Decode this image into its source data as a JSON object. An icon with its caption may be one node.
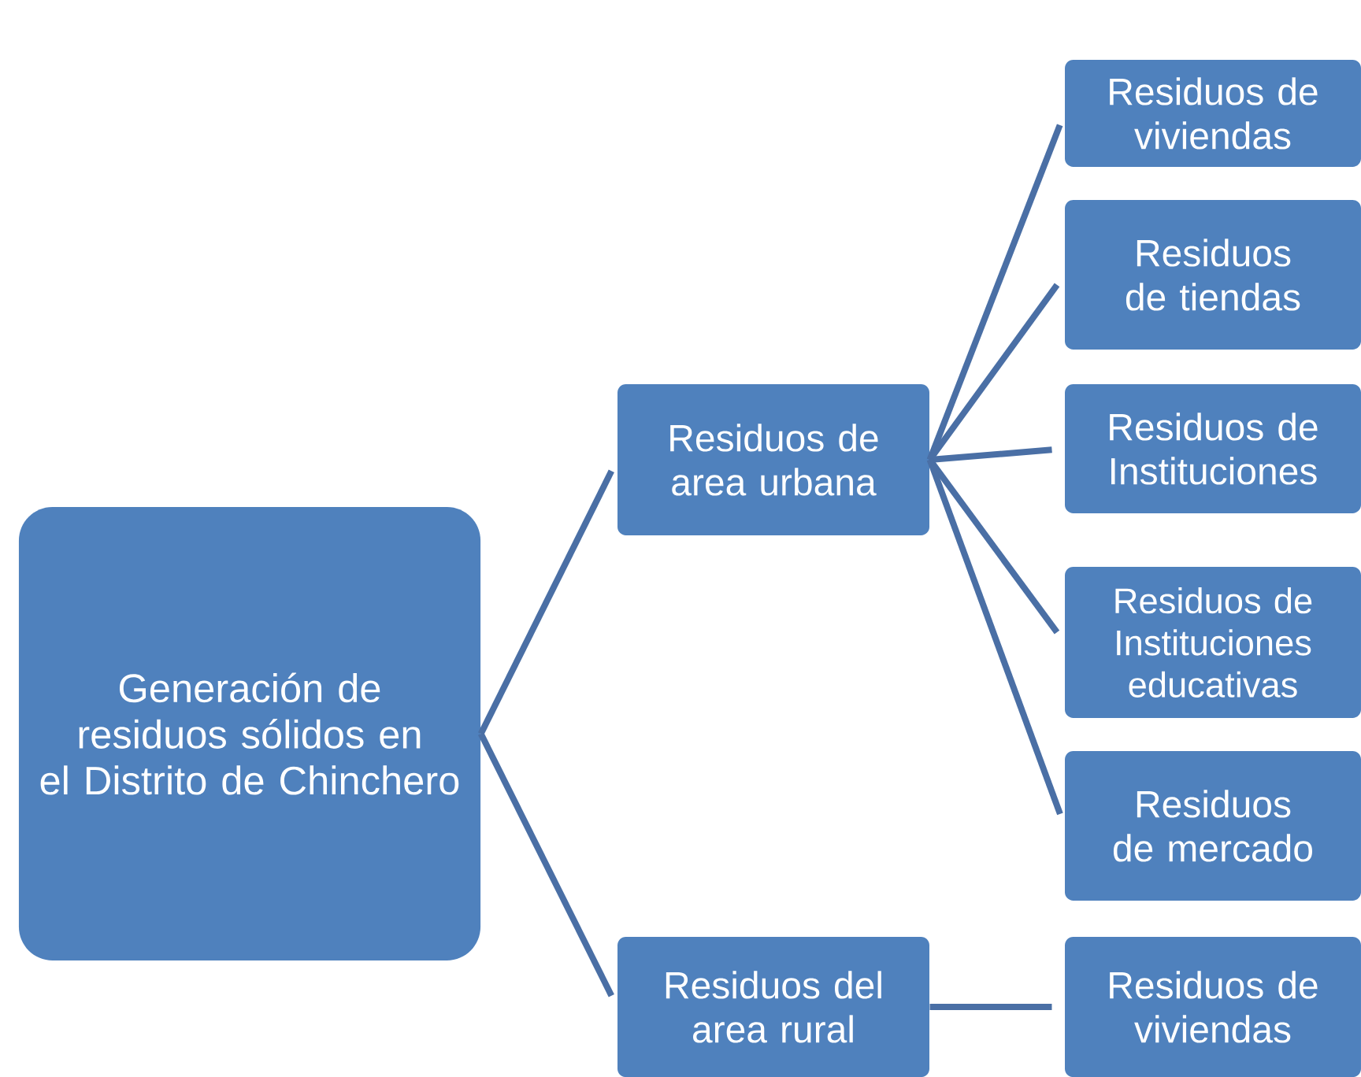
{
  "diagram": {
    "nodes": [
      {
        "text": [
          "Generación de residuos sólidos en el Distrito de Chinchero"
        ]
      },
      {
        "text": [
          "Residuos de area urbana"
        ]
      },
      {
        "text": [
          "Residuos del area rural"
        ]
      },
      {
        "text": [
          "Residuos de viviendas"
        ]
      },
      {
        "text": [
          "Residuos de tiendas"
        ]
      },
      {
        "text": [
          "Residuos de Instituciones"
        ]
      },
      {
        "text": [
          "Residuos de Instituciones educativas"
        ]
      },
      {
        "text": [
          "Residuos de mercado"
        ]
      },
      {
        "text": [
          "Residuos de viviendas"
        ]
      }
    ],
    "edges": [
      {
        "from": 0,
        "to": 1,
        "arrow": "none"
      },
      {
        "from": 0,
        "to": 2,
        "arrow": "none"
      },
      {
        "from": 1,
        "to": 3,
        "arrow": "none"
      },
      {
        "from": 1,
        "to": 4,
        "arrow": "none"
      },
      {
        "from": 1,
        "to": 5,
        "arrow": "none"
      },
      {
        "from": 1,
        "to": 6,
        "arrow": "none"
      },
      {
        "from": 1,
        "to": 7,
        "arrow": "none"
      },
      {
        "from": 2,
        "to": 8,
        "arrow": "none"
      }
    ]
  }
}
